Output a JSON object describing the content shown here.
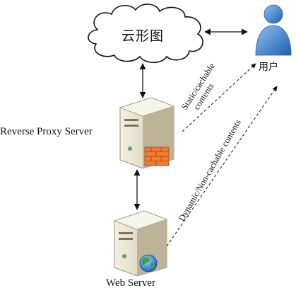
{
  "nodes": {
    "cloud": "云形图",
    "user": "用户",
    "proxy": "Reverse Proxy Server",
    "web": "Web Server"
  },
  "edges": {
    "static_line1": "Static/cachable",
    "static_line2": "contents",
    "dynamic": "Dynamic/Non-cachable contents"
  },
  "colors": {
    "user_icon": "#3a7fd0",
    "server_body": "#e8e0c8",
    "firewall": "#f07a30",
    "globe": "#2f7fd8"
  }
}
